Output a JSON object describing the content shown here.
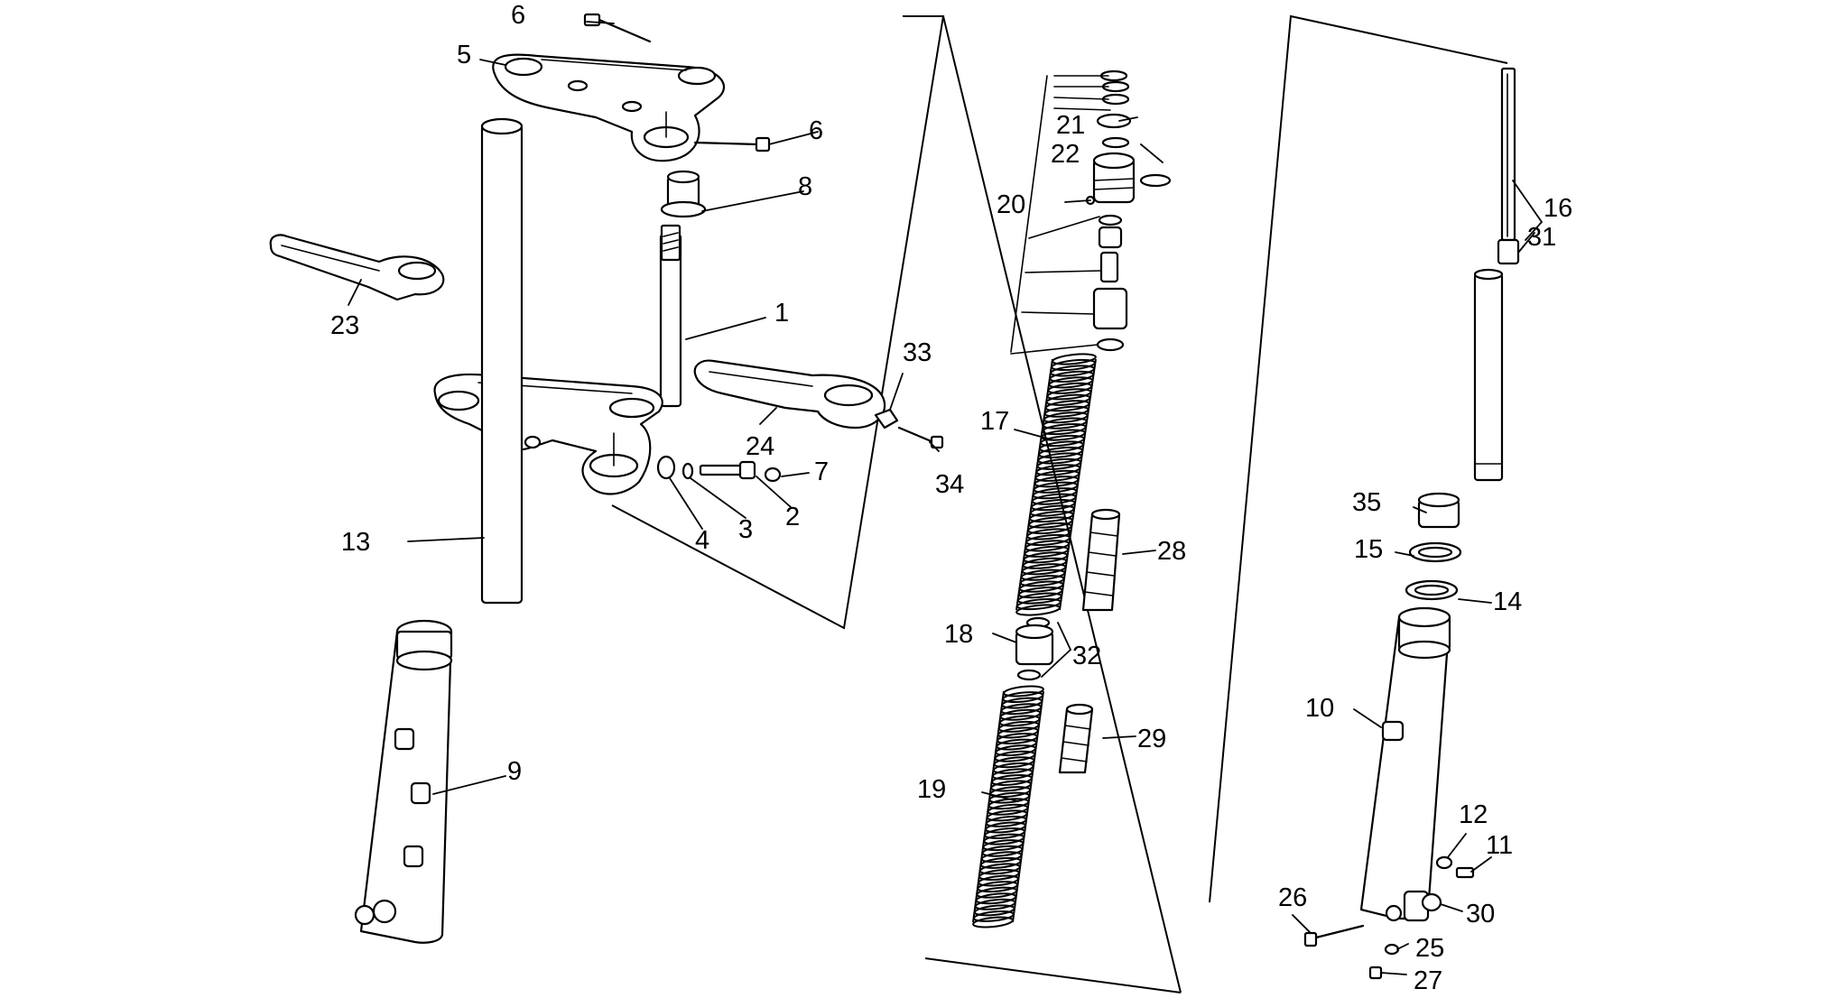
{
  "callouts": {
    "c1": "1",
    "c2": "2",
    "c3": "3",
    "c4": "4",
    "c5": "5",
    "c6a": "6",
    "c6b": "6",
    "c7": "7",
    "c8": "8",
    "c9": "9",
    "c10": "10",
    "c11": "11",
    "c12": "12",
    "c13": "13",
    "c14": "14",
    "c15": "15",
    "c16": "16",
    "c17": "17",
    "c18": "18",
    "c19": "19",
    "c20": "20",
    "c21": "21",
    "c22": "22",
    "c23": "23",
    "c24": "24",
    "c25": "25",
    "c26": "26",
    "c27": "27",
    "c28": "28",
    "c29": "29",
    "c30": "30",
    "c31": "31",
    "c32": "32",
    "c33": "33",
    "c34": "34",
    "c35": "35"
  }
}
